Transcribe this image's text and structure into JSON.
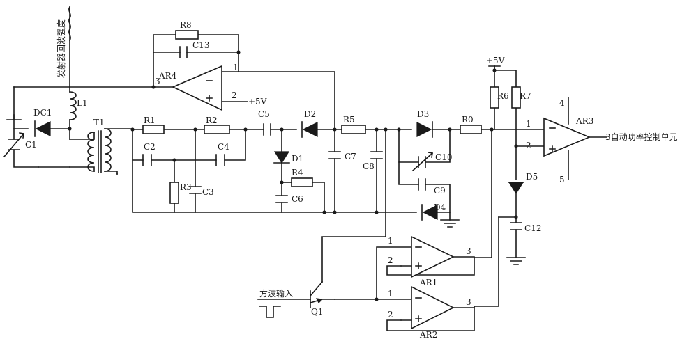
{
  "labels": {
    "DC1": "DC1",
    "C1": "C1",
    "L1": "L1",
    "T1": "T1",
    "R1": "R1",
    "R2": "R2",
    "R3": "R3",
    "R4": "R4",
    "R5": "R5",
    "R6": "R6",
    "R7": "R7",
    "R8": "R8",
    "R0": "R0",
    "C2": "C2",
    "C3": "C3",
    "C4": "C4",
    "C5": "C5",
    "C6": "C6",
    "C7": "C7",
    "C8": "C8",
    "C9": "C9",
    "C10": "C10",
    "C12": "C12",
    "C13": "C13",
    "D1": "D1",
    "D2": "D2",
    "D3": "D3",
    "D4": "D4",
    "D5": "D5",
    "AR1": "AR1",
    "AR2": "AR2",
    "AR3": "AR3",
    "AR4": "AR4",
    "Q1": "Q1"
  },
  "pins": {
    "ar4_in": "3",
    "ar4_out": "1",
    "ar4_pwr": "2",
    "ar3_in1": "1",
    "ar3_in2": "2",
    "ar3_top": "4",
    "ar3_bot": "5",
    "ar1_p1": "1",
    "ar1_p2": "2",
    "ar1_p3": "3",
    "ar2_p1": "1",
    "ar2_p2": "2",
    "ar2_p3": "3"
  },
  "supply": {
    "vcc_ar4": "+5V",
    "vcc_top": "+5V"
  },
  "text": {
    "antenna": "发射器回波强度",
    "output": "3自动功率控制单元",
    "square_wave": "方波输入"
  }
}
